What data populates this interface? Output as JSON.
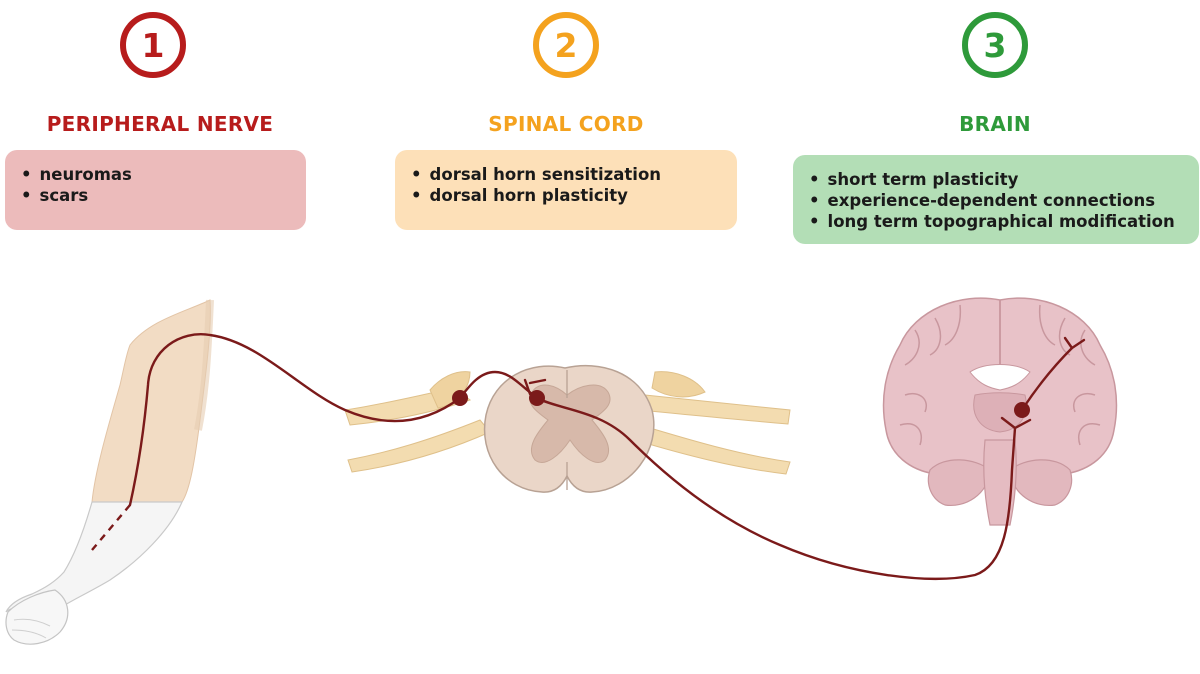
{
  "stages": [
    {
      "number": "1",
      "title": "PERIPHERAL NERVE",
      "color": "#b71c1c",
      "box_color": "#ecbbbb",
      "items": [
        "neuromas",
        "scars"
      ]
    },
    {
      "number": "2",
      "title": "SPINAL CORD",
      "color": "#f4a21e",
      "box_color": "#fde0b8",
      "items": [
        "dorsal horn sensitization",
        "dorsal horn plasticity"
      ]
    },
    {
      "number": "3",
      "title": "BRAIN",
      "color": "#2e9a3a",
      "box_color": "#b3deb6",
      "items": [
        "short term plasticity",
        "experience-dependent connections",
        "long term topographical modification"
      ]
    }
  ],
  "illustrations": {
    "arm": "amputated-arm",
    "spinal_cord": "spinal-cord-cross-section",
    "brain": "brain-coronal-section",
    "pathway_color": "#7b1a1a"
  }
}
